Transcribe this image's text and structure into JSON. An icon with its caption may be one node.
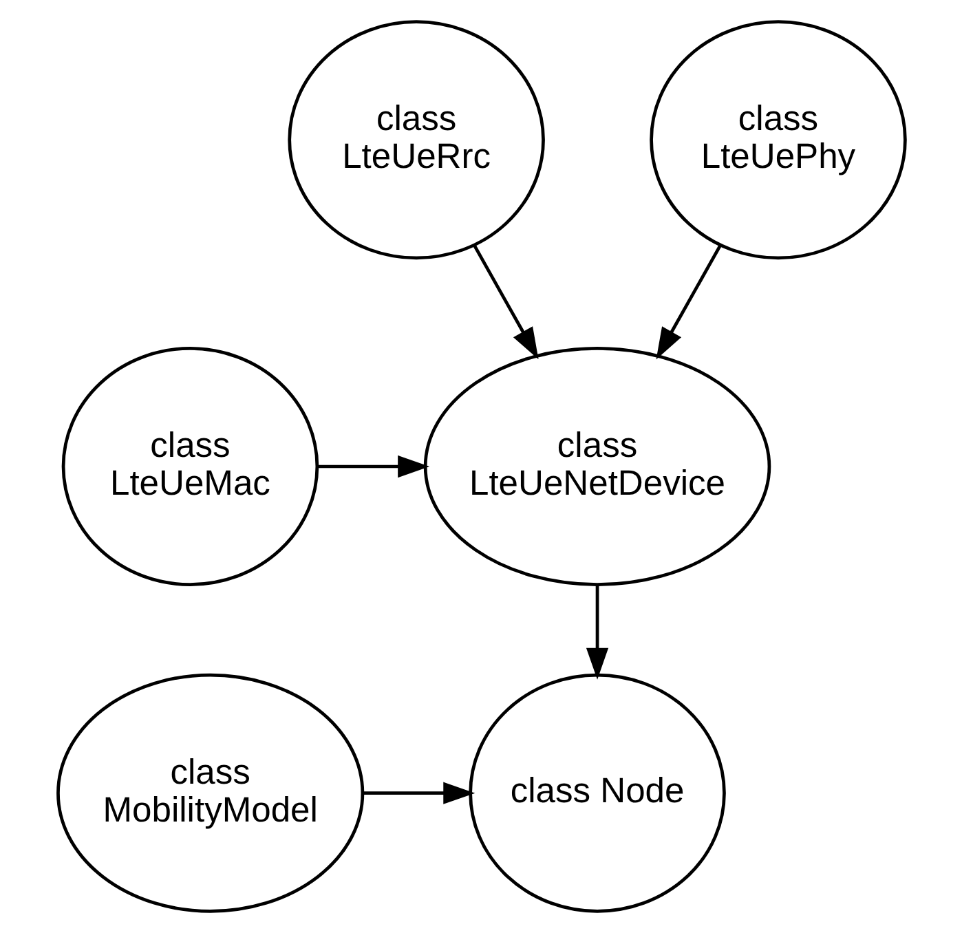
{
  "diagram": {
    "nodes": [
      {
        "text": [
          "class LteUeRrc"
        ]
      },
      {
        "text": [
          "class LteUePhy"
        ]
      },
      {
        "text": [
          "class LteUeMac"
        ]
      },
      {
        "text": [
          "class LteUeNetDevice"
        ]
      },
      {
        "text": [
          "class Node"
        ]
      },
      {
        "text": [
          "class MobilityModel"
        ]
      }
    ],
    "edges": [
      {
        "from": 0,
        "to": 3,
        "arrow": "to"
      },
      {
        "from": 1,
        "to": 3,
        "arrow": "to"
      },
      {
        "from": 2,
        "to": 3,
        "arrow": "to"
      },
      {
        "from": 3,
        "to": 4,
        "arrow": "to"
      },
      {
        "from": 5,
        "to": 4,
        "arrow": "to"
      }
    ]
  }
}
